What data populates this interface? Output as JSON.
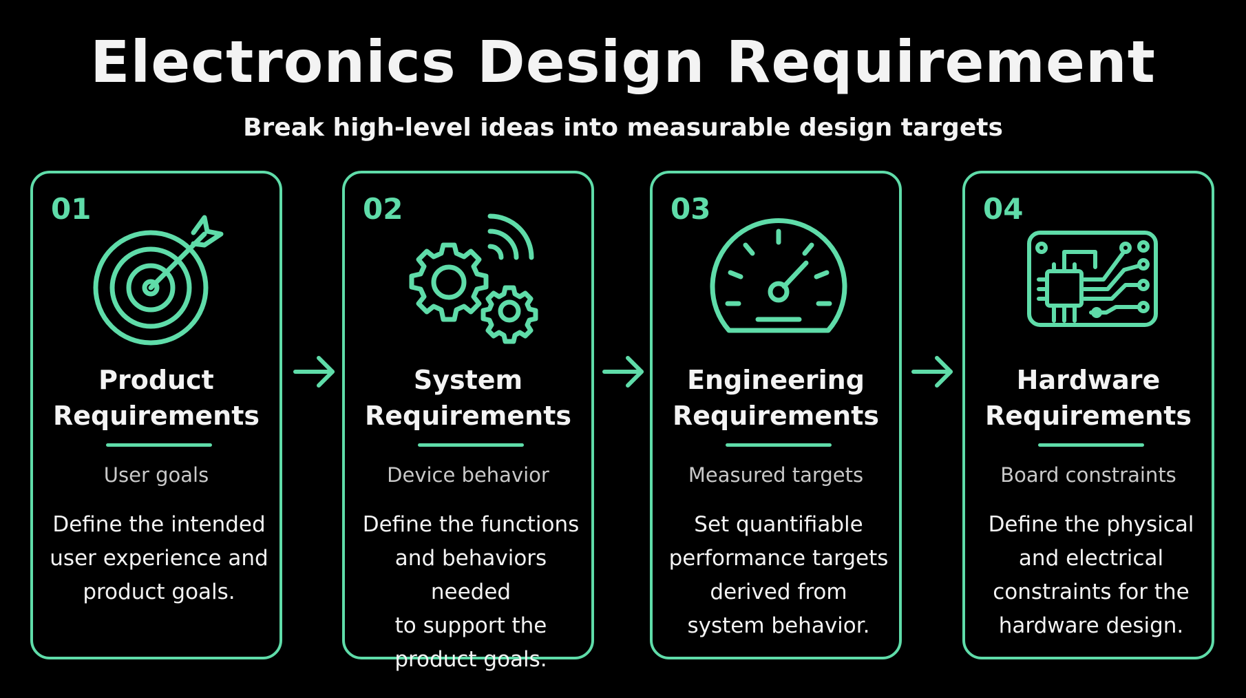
{
  "title": "Electronics Design Requirement",
  "subtitle": "Break high-level ideas into measurable design targets",
  "colors": {
    "accent": "#5fdca9",
    "background": "#000000",
    "text": "#f3f3f3",
    "muted": "#c9c9c9"
  },
  "cards": [
    {
      "number": "01",
      "icon": "target-icon",
      "name_line1": "Product",
      "name_line2": "Requirements",
      "tag": "User goals",
      "desc": [
        "Define the intended",
        "user experience and",
        "product goals."
      ]
    },
    {
      "number": "02",
      "icon": "gears-wireless-icon",
      "name_line1": "System",
      "name_line2": "Requirements",
      "tag": "Device behavior",
      "desc": [
        "Define the functions",
        "and behaviors needed",
        "to support the",
        "product goals."
      ]
    },
    {
      "number": "03",
      "icon": "gauge-icon",
      "name_line1": "Engineering",
      "name_line2": "Requirements",
      "tag": "Measured targets",
      "desc": [
        "Set quantifiable",
        "performance targets",
        "derived from",
        "system behavior."
      ]
    },
    {
      "number": "04",
      "icon": "circuit-board-icon",
      "name_line1": "Hardware",
      "name_line2": "Requirements",
      "tag": "Board constraints",
      "desc": [
        "Define the physical",
        "and electrical",
        "constraints for the",
        "hardware design."
      ]
    }
  ]
}
